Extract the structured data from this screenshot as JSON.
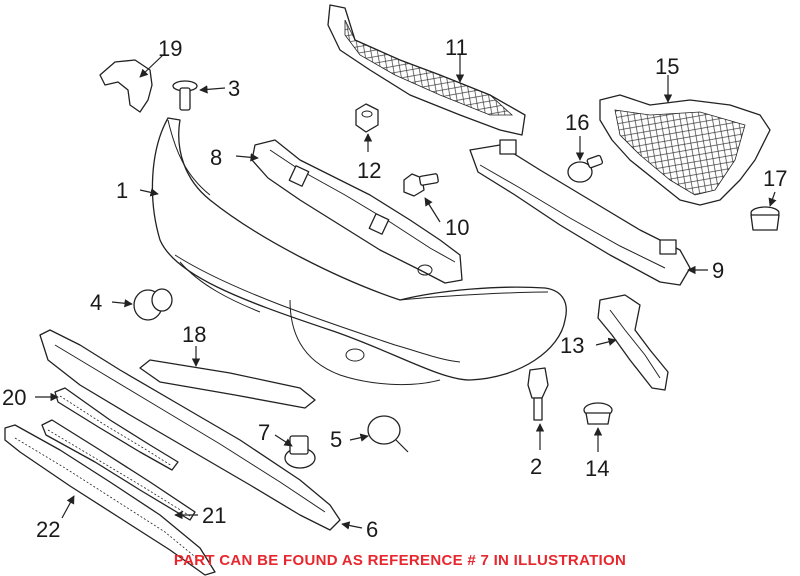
{
  "callouts": [
    {
      "id": "1",
      "label": "1"
    },
    {
      "id": "2",
      "label": "2"
    },
    {
      "id": "3",
      "label": "3"
    },
    {
      "id": "4",
      "label": "4"
    },
    {
      "id": "5",
      "label": "5"
    },
    {
      "id": "6",
      "label": "6"
    },
    {
      "id": "7",
      "label": "7"
    },
    {
      "id": "8",
      "label": "8"
    },
    {
      "id": "9",
      "label": "9"
    },
    {
      "id": "10",
      "label": "10"
    },
    {
      "id": "11",
      "label": "11"
    },
    {
      "id": "12",
      "label": "12"
    },
    {
      "id": "13",
      "label": "13"
    },
    {
      "id": "14",
      "label": "14"
    },
    {
      "id": "15",
      "label": "15"
    },
    {
      "id": "16",
      "label": "16"
    },
    {
      "id": "17",
      "label": "17"
    },
    {
      "id": "18",
      "label": "18"
    },
    {
      "id": "19",
      "label": "19"
    },
    {
      "id": "20",
      "label": "20"
    },
    {
      "id": "21",
      "label": "21"
    },
    {
      "id": "22",
      "label": "22"
    }
  ],
  "footer_note": "PART CAN BE FOUND AS REFERENCE # 7 IN ILLUSTRATION",
  "colors": {
    "note": "#e8262d",
    "line": "#222222"
  }
}
